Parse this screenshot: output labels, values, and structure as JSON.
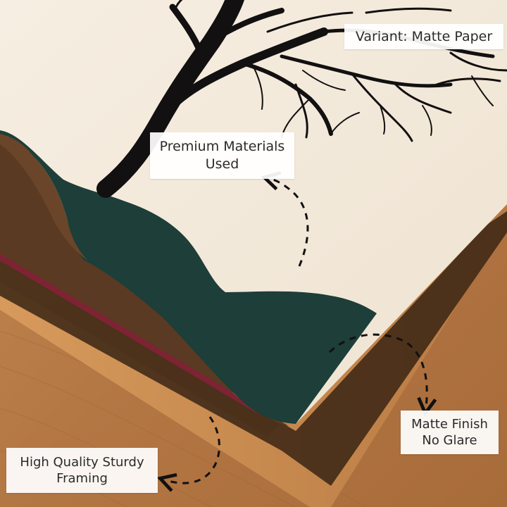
{
  "labels": {
    "variant": "Variant: Matte Paper",
    "premium": [
      "Premium Materials",
      "Used"
    ],
    "matte": [
      "Matte Finish",
      "No Glare"
    ],
    "framing": [
      "High Quality Sturdy",
      "Framing"
    ]
  },
  "colors": {
    "paper": "#f3e9da",
    "tree": "#121010",
    "teal_hill": "#1d3e39",
    "brown_hill": "#5a3a22",
    "crimson_hill": "#7e2333",
    "frame_wood": "#c8894a",
    "floor_wood": "#b87c45",
    "label_bg": "#ffffff"
  },
  "icons": [
    "curved-dashed-arrow-icon"
  ]
}
